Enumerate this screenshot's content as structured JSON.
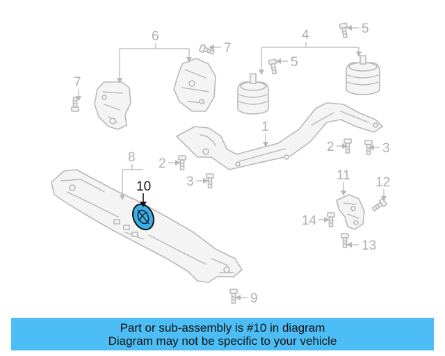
{
  "callouts": {
    "c1": "1",
    "c2a": "2",
    "c2b": "2",
    "c3a": "3",
    "c3b": "3",
    "c4": "4",
    "c5a": "5",
    "c5b": "5",
    "c6": "6",
    "c7a": "7",
    "c7b": "7",
    "c8": "8",
    "c9": "9",
    "c10": "10",
    "c11": "11",
    "c12": "12",
    "c13": "13",
    "c14": "14"
  },
  "highlight_color": "#3aaee8",
  "banner": {
    "line1": "Part or sub-assembly is #10 in diagram",
    "line2": "Diagram may not be specific to your vehicle",
    "color": "#4dbdf5"
  }
}
